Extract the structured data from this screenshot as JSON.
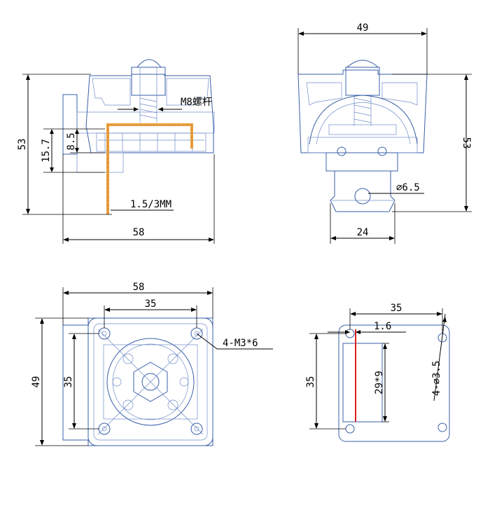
{
  "colors": {
    "part_outline": "#3a5fa8",
    "part_detail": "#6f8cc8",
    "bracket": "#e8a040",
    "bracket_edge": "#d97a1f",
    "red_marker": "#e02020",
    "dimension": "#000000"
  },
  "front_view": {
    "dim_width": "58",
    "dim_height": "53",
    "dim_15_7": "15.7",
    "dim_8_5": "8.5",
    "label_screw": "M8螺杆",
    "label_plate": "1.5/3MM"
  },
  "side_view": {
    "dim_width": "49",
    "dim_height": "53",
    "dim_bottom": "24",
    "dim_hole": "⌀6.5"
  },
  "top_view": {
    "dim_width": "58",
    "dim_inner": "35",
    "dim_height": "49",
    "dim_vertical_inner": "35",
    "label_holes": "4-M3*6"
  },
  "plate_view": {
    "dim_top": "35",
    "dim_1_6": "1.6",
    "dim_left": "35",
    "dim_slot": "29*9",
    "label_holes": "4-⌀3.5"
  }
}
